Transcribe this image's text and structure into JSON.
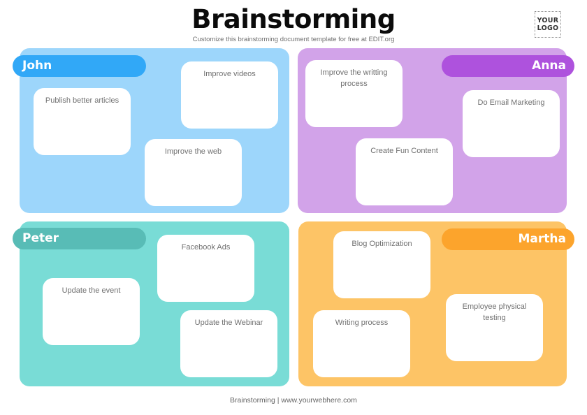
{
  "header": {
    "title": "Brainstorming",
    "subtitle": "Customize this brainstorming document template for free at EDIT.org",
    "logo_line1": "YOUR",
    "logo_line2": "LOGO"
  },
  "colors": {
    "john_panel": "#9dd6fb",
    "john_pill": "#31a8f7",
    "anna_panel": "#d2a3e9",
    "anna_pill": "#ae52dd",
    "peter_panel": "#79dcd6",
    "peter_pill": "#58bcb6",
    "martha_panel": "#fdc466",
    "martha_pill": "#fca42c"
  },
  "groups": [
    {
      "name": "John",
      "cards": [
        "Publish better articles",
        "Improve videos",
        "Improve the web"
      ]
    },
    {
      "name": "Anna",
      "cards": [
        "Improve the writting process",
        "Do Email Marketing",
        "Create Fun Content"
      ]
    },
    {
      "name": "Peter",
      "cards": [
        "Facebook Ads",
        "Update the event",
        "Update the Webinar"
      ]
    },
    {
      "name": "Martha",
      "cards": [
        "Blog Optimization",
        "Employee physical testing",
        "Writing process"
      ]
    }
  ],
  "footer": {
    "text": "Brainstorming | www.yourwebhere.com"
  }
}
